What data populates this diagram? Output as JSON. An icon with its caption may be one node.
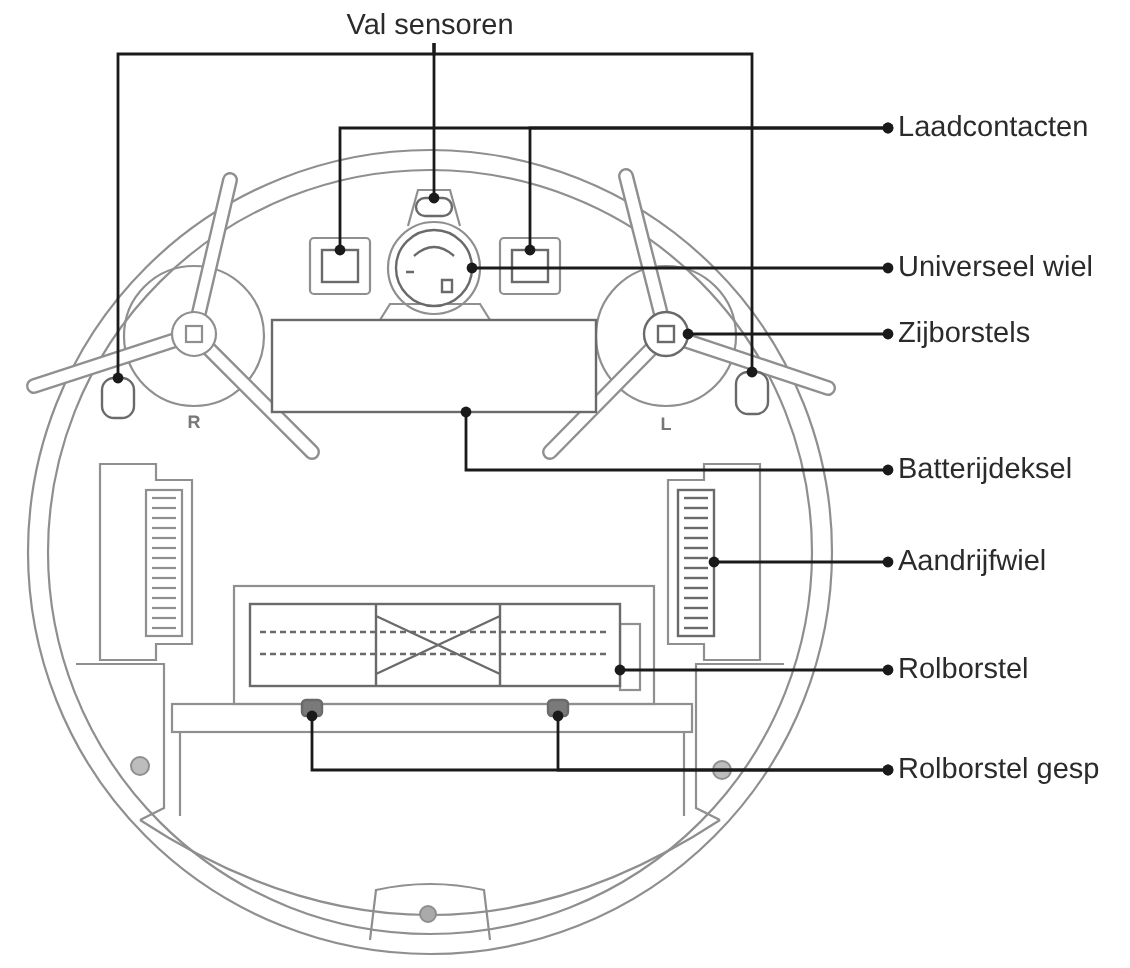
{
  "diagram": {
    "nodes": [
      {
        "text": [
          "Val sensoren"
        ]
      },
      {
        "text": [],
        "shape": "box"
      },
      {
        "text": [],
        "shape": "box"
      },
      {
        "text": [],
        "shape": "box"
      },
      {
        "text": [
          "Laadcontacten"
        ]
      },
      {
        "text": [],
        "shape": "box"
      },
      {
        "text": [],
        "shape": "box"
      },
      {
        "text": [
          "Universeel wiel"
        ]
      },
      {
        "text": [],
        "shape": "picture"
      },
      {
        "text": [
          "Zijborstels"
        ]
      },
      {
        "text": [],
        "shape": "picture"
      },
      {
        "text": [
          "Batterijdeksel"
        ]
      },
      {
        "text": [],
        "shape": "box"
      },
      {
        "text": [
          "Aandrijfwiel"
        ]
      },
      {
        "text": [],
        "shape": "picture"
      },
      {
        "text": [
          "Rolborstel"
        ]
      },
      {
        "text": [],
        "shape": "picture"
      },
      {
        "text": [
          "Rolborstel gesp"
        ]
      },
      {
        "text": [],
        "shape": "box"
      },
      {
        "text": [],
        "shape": "box"
      }
    ],
    "edges": [
      {
        "from": 0,
        "to": 1,
        "arrow": "other"
      },
      {
        "from": 0,
        "to": 2,
        "arrow": "other"
      },
      {
        "from": 0,
        "to": 3,
        "arrow": "other"
      },
      {
        "from": 4,
        "to": 5,
        "arrow": "other"
      },
      {
        "from": 4,
        "to": 6,
        "arrow": "other"
      },
      {
        "from": 7,
        "to": 8,
        "arrow": "other"
      },
      {
        "from": 9,
        "to": 10,
        "arrow": "other"
      },
      {
        "from": 11,
        "to": 12,
        "arrow": "other"
      },
      {
        "from": 13,
        "to": 14,
        "arrow": "other"
      },
      {
        "from": 15,
        "to": 16,
        "arrow": "other"
      },
      {
        "from": 17,
        "to": 18,
        "arrow": "other"
      },
      {
        "from": 17,
        "to": 19,
        "arrow": "other"
      }
    ],
    "labels": [
      "R",
      "L"
    ]
  }
}
